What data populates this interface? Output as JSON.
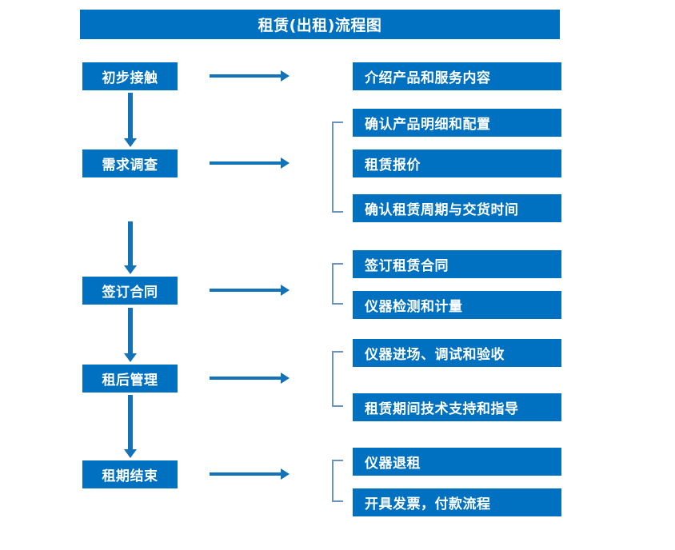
{
  "title": "租赁(出租)流程图",
  "colors": {
    "box_fill": "#0070C0",
    "box_text": "#FFFFFF",
    "arrow": "#1273B8",
    "bracket": "#6B93C0",
    "background": "#FFFFFF"
  },
  "stages": [
    {
      "label": "初步接触"
    },
    {
      "label": "需求调查"
    },
    {
      "label": "签订合同"
    },
    {
      "label": "租后管理"
    },
    {
      "label": "租期结束"
    }
  ],
  "details": [
    {
      "label": "介绍产品和服务内容"
    },
    {
      "label": "确认产品明细和配置"
    },
    {
      "label": "租赁报价"
    },
    {
      "label": "确认租赁周期与交货时间"
    },
    {
      "label": "签订租赁合同"
    },
    {
      "label": "仪器检测和计量"
    },
    {
      "label": "仪器进场、调试和验收"
    },
    {
      "label": "租赁期间技术支持和指导"
    },
    {
      "label": "仪器退租"
    },
    {
      "label": "开具发票，付款流程"
    }
  ]
}
